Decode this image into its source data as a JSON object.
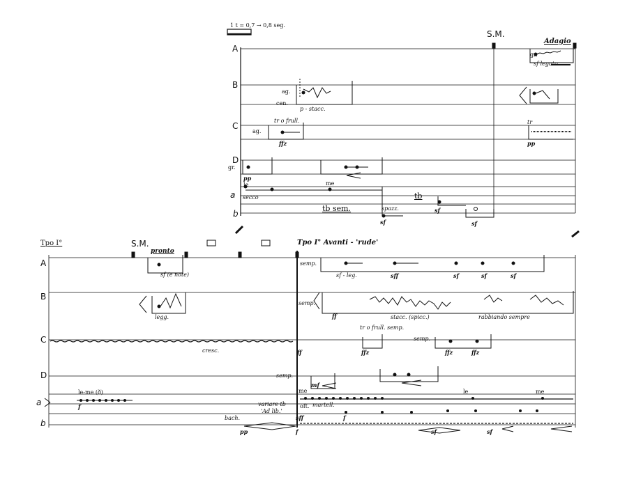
{
  "tempo_box": "1 t = 0,7 → 0,8 seg.",
  "top_system": {
    "staff_labels": [
      "A",
      "B",
      "C",
      "D",
      "a",
      "b"
    ],
    "sm": "S.M.",
    "adagio": "Adagio",
    "gr_A": "gr.",
    "sf_legato": "sf legato",
    "ag_B": "ag.",
    "cen_B": "cen.",
    "p_stacc": "p - stacc.",
    "tr_o_frull": "tr o frull.",
    "ag_C": "ag.",
    "ffz_C": "ffz",
    "tr_C": "tr",
    "pp_C": "pp",
    "gr_D": "gr.",
    "pp_a": "pp",
    "le_a": "le",
    "secco": "secco",
    "me_a": "me",
    "tb_sem": "tb sem.",
    "tb": "tb",
    "spazz": "spazz.",
    "sf1": "sf",
    "sf2": "sf",
    "sf3": "sf"
  },
  "bottom_system": {
    "staff_labels": [
      "A",
      "B",
      "C",
      "D",
      "a",
      "b"
    ],
    "tpo": "Tpo I°",
    "sm": "S.M.",
    "pronto": "pronto",
    "tpo_avanti": "Tpo I° Avanti - 'rude'",
    "sf_note": "sf (e note)",
    "legg": "legg.",
    "semp_A": "semp.",
    "sf_leg": "sf - leg.",
    "sff": "sff",
    "sf_A1": "sf",
    "sf_A2": "sf",
    "sf_A3": "sf",
    "semp_B": "semp.",
    "ff_B": "ff",
    "stacc_spicc": "stacc. (spicc.)",
    "rabbiando": "rabbiando sempre",
    "tr_frull_semp": "tr o frull. semp.",
    "cresc": "cresc.",
    "ff_C": "ff",
    "ffz_C1": "ffz",
    "semp_C": "semp.",
    "ffz_C2": "ffz",
    "ffz_C3": "ffz",
    "semp_D": "semp.",
    "mf_D": "mf",
    "le_me": "le-me (ð)",
    "f_a": "f",
    "me_a": "me",
    "oft": "oft.",
    "martell": "martell.",
    "sff_a": "sff",
    "le_a2": "le",
    "me_a2": "me",
    "f_a2": "f",
    "variare": "variare tb",
    "ad_lib": "'Ad lib.'",
    "bach": "bach.",
    "pp_b": "pp",
    "f_b": "f",
    "sf_b1": "sf",
    "sf_b2": "sf"
  }
}
